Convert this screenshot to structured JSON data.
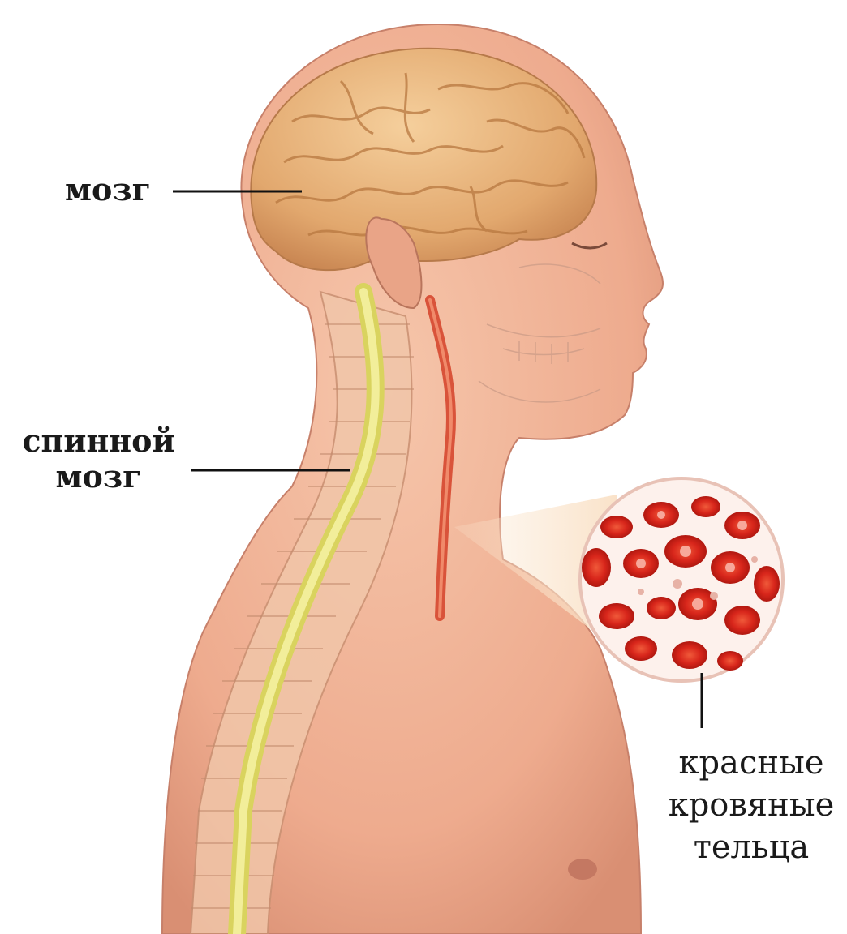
{
  "labels": {
    "brain": "мозг",
    "spinal_cord_line1": "спинной",
    "spinal_cord_line2": "мозг",
    "rbc_line1": "красные",
    "rbc_line2": "кровяные",
    "rbc_line3": "тельца"
  },
  "colors": {
    "skin": "#f2b79a",
    "skin_shadow": "#e29c80",
    "brain": "#e8b27a",
    "spinal_cord": "#e8e27a",
    "artery": "#d9533a",
    "blood_cell": "#d8261b",
    "leader_line": "#111111"
  }
}
